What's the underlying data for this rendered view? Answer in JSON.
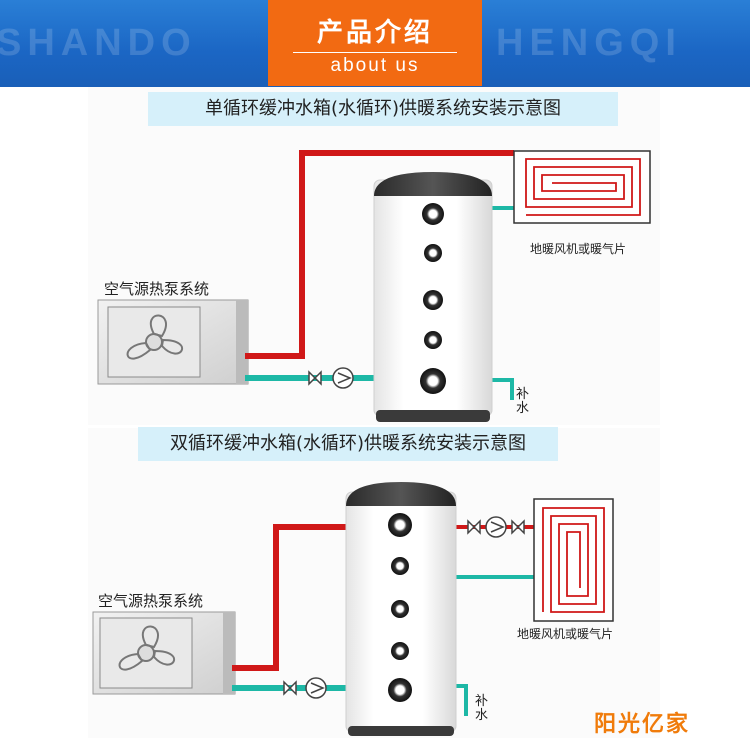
{
  "header": {
    "background_words": [
      "SHANDO",
      "HENGQI"
    ],
    "title_cn": "产品介绍",
    "title_en": "about us"
  },
  "diagram_top": {
    "title": "单循环缓冲水箱(水循环)供暖系统安装示意图",
    "heat_pump_label": "空气源热泵系统",
    "floor_heating_label": "地暖风机或暖气片",
    "makeup_water_label_1": "补",
    "makeup_water_label_2": "水"
  },
  "diagram_bottom": {
    "title": "双循环缓冲水箱(水循环)供暖系统安装示意图",
    "heat_pump_label": "空气源热泵系统",
    "floor_heating_label": "地暖风机或暖气片",
    "makeup_water_label_1": "补",
    "makeup_water_label_2": "水"
  },
  "brand": "阳光亿家",
  "colors": {
    "hot_pipe": "#d01818",
    "cold_pipe": "#1db8a6",
    "accent": "#f26a12",
    "header_blue": "#1b66c4"
  }
}
